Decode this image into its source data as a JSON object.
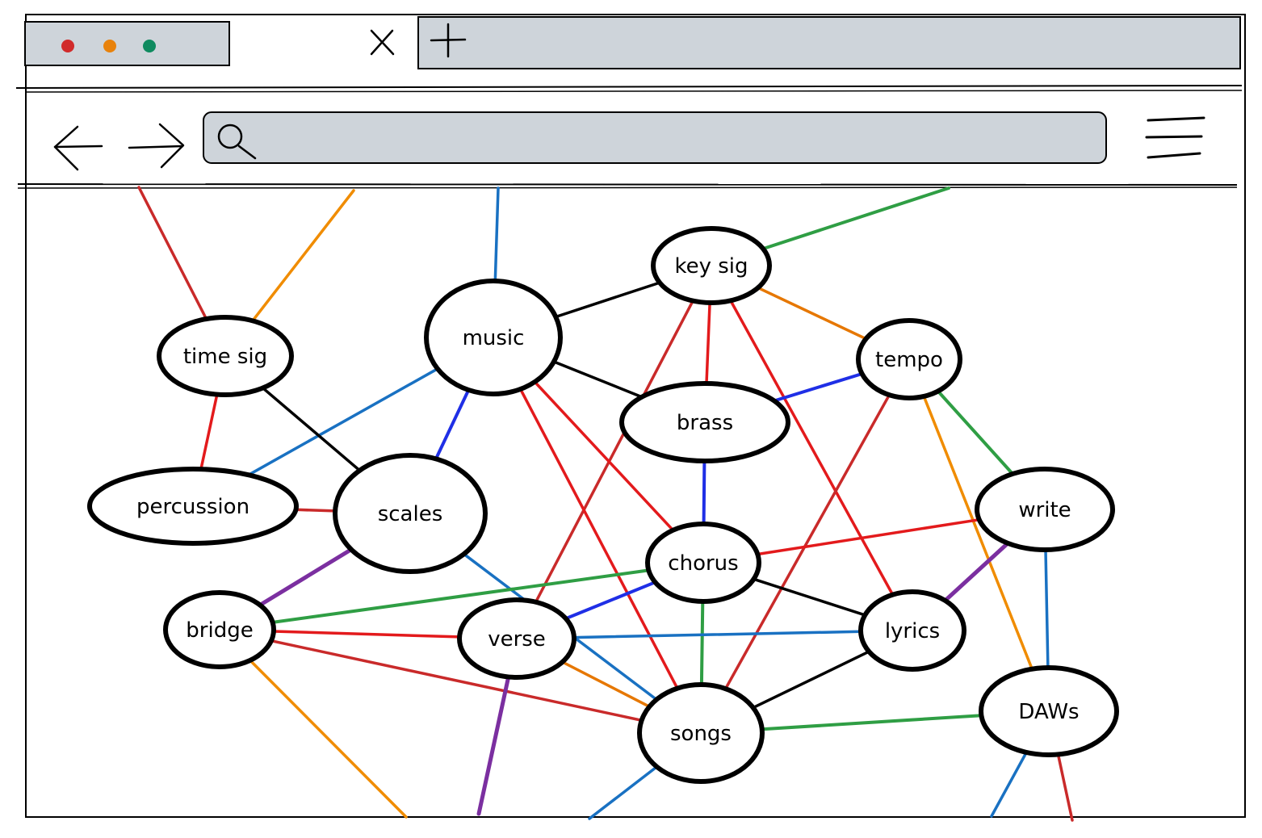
{
  "browser": {
    "window_dots": [
      {
        "name": "close-dot",
        "color": "#d12b2b"
      },
      {
        "name": "minimize-dot",
        "color": "#e8820c"
      },
      {
        "name": "maximize-dot",
        "color": "#0f8a5f"
      }
    ],
    "tab_close_icon": "close-icon",
    "new_tab_icon": "plus-icon",
    "back_icon": "arrow-left-icon",
    "forward_icon": "arrow-right-icon",
    "search_icon": "search-icon",
    "menu_icon": "hamburger-menu-icon",
    "address_value": ""
  },
  "colors": {
    "chrome_fill": "#ced4da",
    "stroke": "#000000",
    "red": "#e31a1c",
    "darkred": "#c92a2a",
    "orange": "#f08c00",
    "darkorange": "#e67700",
    "green": "#2f9e44",
    "blue": "#1f2fe6",
    "steelblue": "#1971c2",
    "purple": "#7b2fa0",
    "black": "#000000"
  },
  "graph": {
    "nodes": [
      {
        "id": "key_sig",
        "label": "key sig"
      },
      {
        "id": "music",
        "label": "music"
      },
      {
        "id": "time_sig",
        "label": "time sig"
      },
      {
        "id": "tempo",
        "label": "tempo"
      },
      {
        "id": "brass",
        "label": "brass"
      },
      {
        "id": "percussion",
        "label": "percussion"
      },
      {
        "id": "scales",
        "label": "scales"
      },
      {
        "id": "write",
        "label": "write"
      },
      {
        "id": "chorus",
        "label": "chorus"
      },
      {
        "id": "bridge",
        "label": "bridge"
      },
      {
        "id": "verse",
        "label": "verse"
      },
      {
        "id": "lyrics",
        "label": "lyrics"
      },
      {
        "id": "DAWs",
        "label": "DAWs"
      },
      {
        "id": "songs",
        "label": "songs"
      }
    ],
    "edges": [
      {
        "from": "time_sig",
        "to": "offscreen_top_1",
        "color": "darkred"
      },
      {
        "from": "time_sig",
        "to": "offscreen_top_2",
        "color": "orange"
      },
      {
        "from": "music",
        "to": "offscreen_top_3",
        "color": "steelblue"
      },
      {
        "from": "key_sig",
        "to": "offscreen_top_4",
        "color": "green"
      },
      {
        "from": "music",
        "to": "key_sig",
        "color": "black"
      },
      {
        "from": "key_sig",
        "to": "tempo",
        "color": "darkorange"
      },
      {
        "from": "key_sig",
        "to": "brass",
        "color": "red"
      },
      {
        "from": "key_sig",
        "to": "lyrics",
        "color": "red"
      },
      {
        "from": "key_sig",
        "to": "verse",
        "color": "darkred"
      },
      {
        "from": "music",
        "to": "brass",
        "color": "black"
      },
      {
        "from": "music",
        "to": "percussion",
        "color": "steelblue"
      },
      {
        "from": "music",
        "to": "scales",
        "color": "blue"
      },
      {
        "from": "music",
        "to": "chorus",
        "color": "red"
      },
      {
        "from": "music",
        "to": "songs",
        "color": "red"
      },
      {
        "from": "time_sig",
        "to": "percussion",
        "color": "red"
      },
      {
        "from": "time_sig",
        "to": "scales",
        "color": "black"
      },
      {
        "from": "tempo",
        "to": "brass",
        "color": "blue"
      },
      {
        "from": "tempo",
        "to": "write",
        "color": "green"
      },
      {
        "from": "tempo",
        "to": "DAWs",
        "color": "orange"
      },
      {
        "from": "tempo",
        "to": "songs",
        "color": "darkred"
      },
      {
        "from": "brass",
        "to": "chorus",
        "color": "blue"
      },
      {
        "from": "percussion",
        "to": "scales",
        "color": "darkred"
      },
      {
        "from": "scales",
        "to": "bridge",
        "color": "purple"
      },
      {
        "from": "scales",
        "to": "songs",
        "color": "steelblue"
      },
      {
        "from": "write",
        "to": "chorus",
        "color": "red"
      },
      {
        "from": "write",
        "to": "lyrics",
        "color": "purple"
      },
      {
        "from": "write",
        "to": "DAWs",
        "color": "steelblue"
      },
      {
        "from": "chorus",
        "to": "bridge",
        "color": "green"
      },
      {
        "from": "chorus",
        "to": "verse",
        "color": "blue"
      },
      {
        "from": "chorus",
        "to": "lyrics",
        "color": "black"
      },
      {
        "from": "chorus",
        "to": "songs",
        "color": "green"
      },
      {
        "from": "bridge",
        "to": "verse",
        "color": "red"
      },
      {
        "from": "bridge",
        "to": "songs",
        "color": "darkred"
      },
      {
        "from": "bridge",
        "to": "offscreen_bottom_1",
        "color": "orange"
      },
      {
        "from": "verse",
        "to": "lyrics",
        "color": "steelblue"
      },
      {
        "from": "verse",
        "to": "songs",
        "color": "darkorange"
      },
      {
        "from": "verse",
        "to": "offscreen_bottom_2",
        "color": "purple"
      },
      {
        "from": "lyrics",
        "to": "songs",
        "color": "black"
      },
      {
        "from": "DAWs",
        "to": "songs",
        "color": "green"
      },
      {
        "from": "songs",
        "to": "offscreen_bottom_3",
        "color": "steelblue"
      },
      {
        "from": "DAWs",
        "to": "offscreen_bottom_4",
        "color": "steelblue"
      },
      {
        "from": "DAWs",
        "to": "offscreen_bottom_5",
        "color": "darkred"
      }
    ]
  }
}
